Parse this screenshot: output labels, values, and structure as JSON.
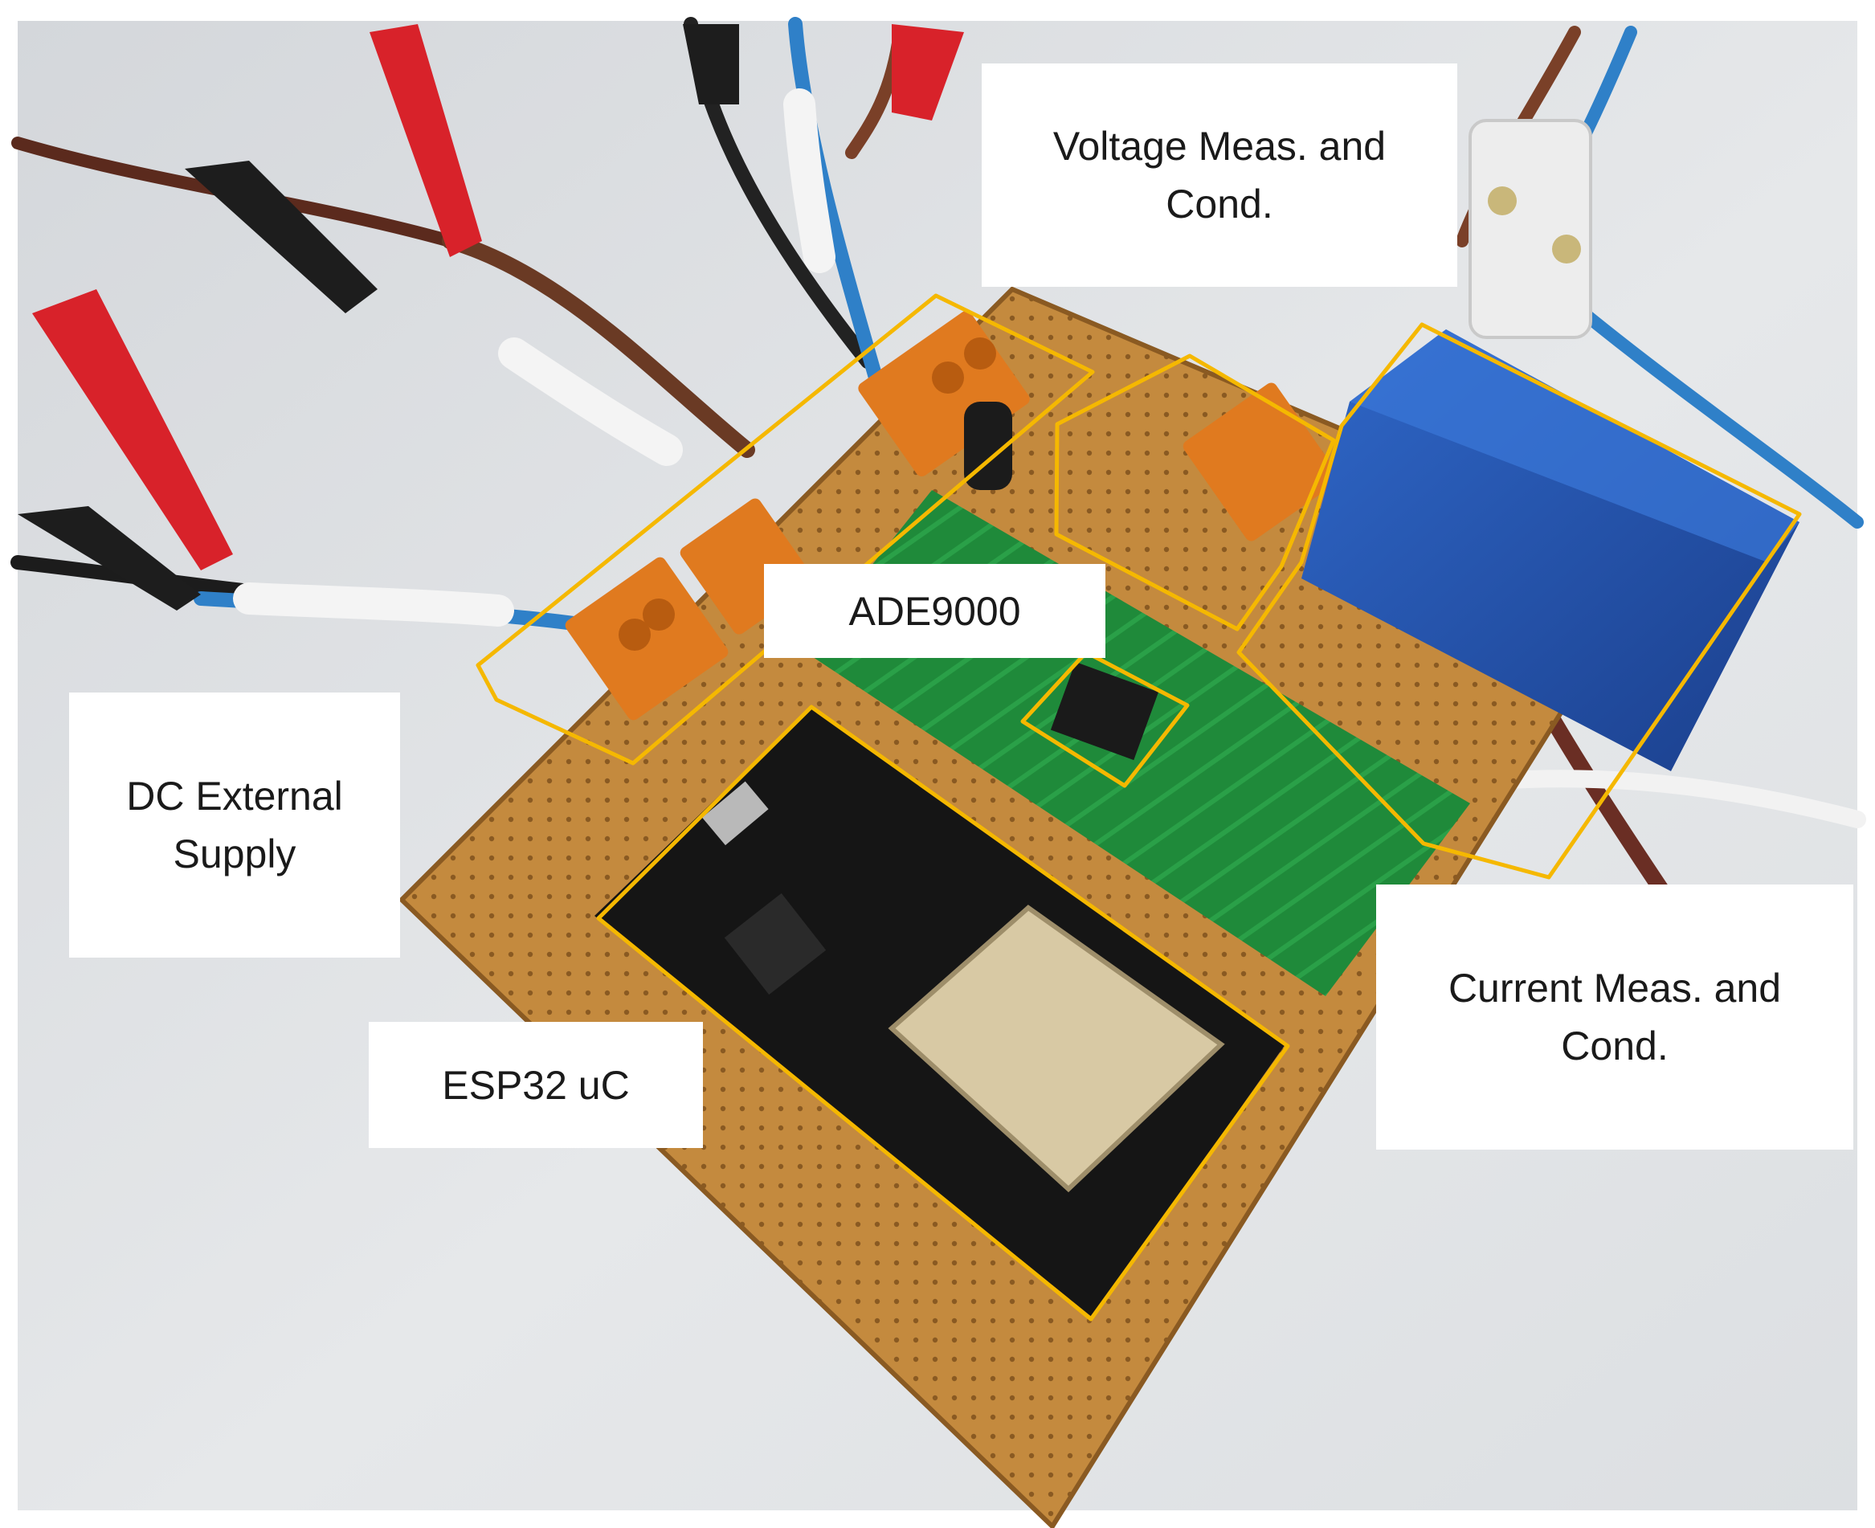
{
  "photo": {
    "subject": "prototype board with ADE9000 and ESP32",
    "highlight_color": "#f5b800"
  },
  "callouts": {
    "voltage": {
      "line1": "Voltage Meas. and",
      "line2": "Cond."
    },
    "ade": {
      "line1": "ADE9000"
    },
    "dc": {
      "line1": "DC External",
      "line2": "Supply"
    },
    "esp": {
      "line1": "ESP32 uC"
    },
    "current": {
      "line1": "Current Meas. and",
      "line2": "Cond."
    }
  }
}
